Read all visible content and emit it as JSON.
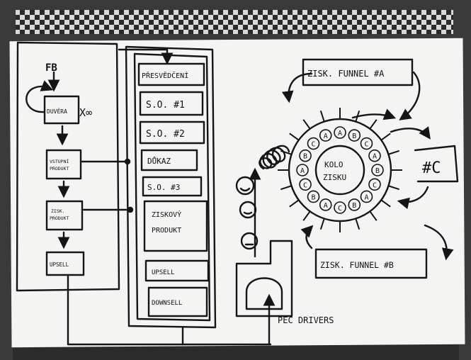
{
  "left_flow": {
    "source": "FB",
    "trust": "DUVĚRA",
    "trust_multiplier": "X∞",
    "entry": "VSTUPNÍ PRODUKT",
    "acquisition": "ZISK. PRODUKT",
    "upsell": "UPSELL"
  },
  "middle_stack": {
    "items": [
      "PŘESVĚDČENÍ",
      "S.O. #1",
      "S.O. #2",
      "DŮKAZ",
      "S.O. #3",
      "ZISKOVÝ PRODUKT",
      "UPSELL",
      "DOWNSELL"
    ]
  },
  "right_area": {
    "funnel_a": "ZISK. FUNNEL #A",
    "funnel_b": "ZISK. FUNNEL #B",
    "funnel_c": "#C",
    "wheel_title": "KOLO ZISKU",
    "wheel_letters": [
      "A",
      "B",
      "C",
      "A",
      "B",
      "C",
      "A",
      "B",
      "C",
      "A",
      "B",
      "C",
      "A",
      "B",
      "C",
      "A"
    ],
    "faces": [
      "smile",
      "neutral-smile",
      "neutral"
    ],
    "drivers": "PEC DRIVERS"
  },
  "colors": {
    "paper": "#f4f4f2",
    "ink": "#151515",
    "checker_dark": "#2a2a2a",
    "checker_light": "#d9d9d9"
  }
}
